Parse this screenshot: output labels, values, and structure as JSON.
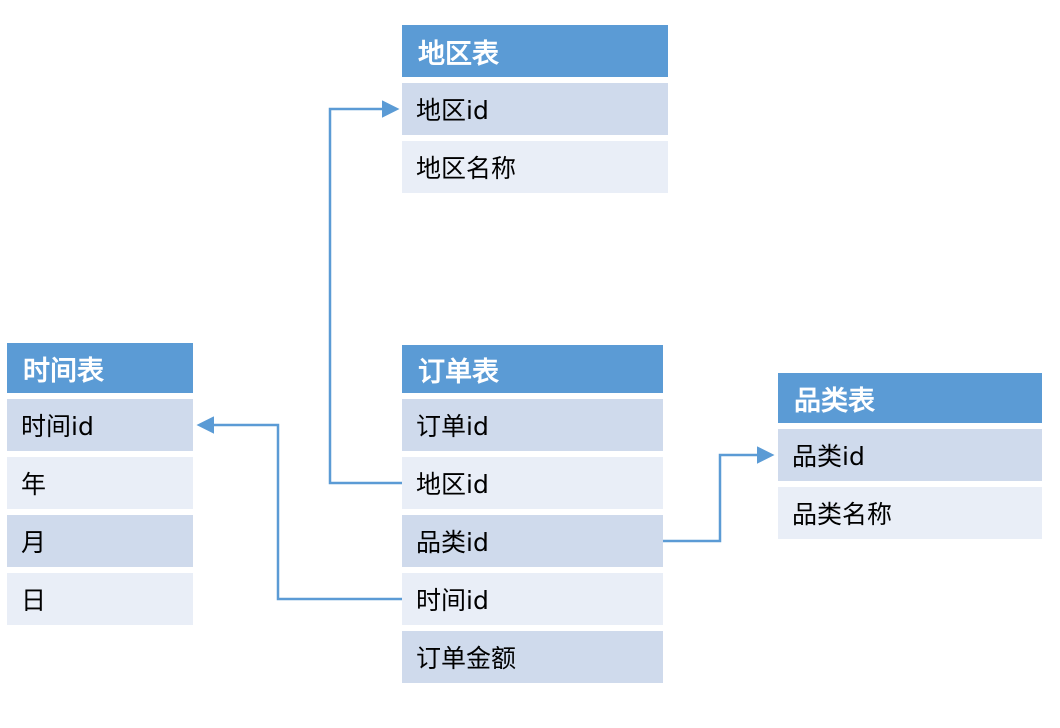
{
  "diagram": {
    "tables": {
      "region": {
        "title": "地区表",
        "rows": [
          "地区id",
          "地区名称"
        ]
      },
      "time": {
        "title": "时间表",
        "rows": [
          "时间id",
          "年",
          "月",
          "日"
        ]
      },
      "order": {
        "title": "订单表",
        "rows": [
          "订单id",
          "地区id",
          "品类id",
          "时间id",
          "订单金额"
        ]
      },
      "category": {
        "title": "品类表",
        "rows": [
          "品类id",
          "品类名称"
        ]
      }
    },
    "relations": [
      {
        "from": "订单表.地区id",
        "to": "地区表.地区id"
      },
      {
        "from": "订单表.时间id",
        "to": "时间表.时间id"
      },
      {
        "from": "订单表.品类id",
        "to": "品类表.品类id"
      }
    ],
    "colors": {
      "header_bg": "#5B9BD5",
      "row_dark": "#CFDAEC",
      "row_light": "#E9EEF7",
      "connector": "#5B9BD5",
      "header_text": "#FFFFFF",
      "row_text": "#000000",
      "background": "#FFFFFF"
    }
  }
}
